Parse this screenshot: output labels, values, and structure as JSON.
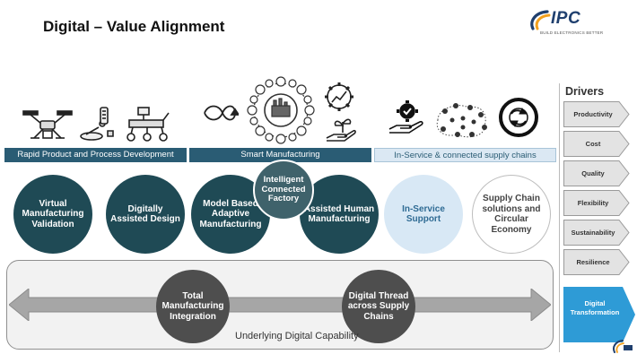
{
  "slide": {
    "title": "Digital – Value Alignment",
    "logo": {
      "wordmark": "IPC",
      "tagline": "BUILD ELECTRONICS BETTER",
      "colors": {
        "blue": "#1f3f6e",
        "orange": "#f2a01e"
      }
    },
    "bands": [
      {
        "label": "Rapid Product and Process Development",
        "color": "#2a5c74"
      },
      {
        "label": "Smart Manufacturing",
        "color": "#2a5c74"
      },
      {
        "label": "In-Service & connected supply chains",
        "color": "#dbe8f3"
      }
    ],
    "icons": [
      "drone-icon",
      "robot-arm-icon",
      "rover-icon",
      "circular-arrow-icon",
      "smart-factory-network-icon",
      "growth-chart-icon",
      "plant-hand-icon",
      "gear-hand-icon",
      "digital-network-icon",
      "recycle-icon"
    ],
    "capabilities": [
      {
        "label": "Virtual Manufacturing Validation",
        "style": "dark"
      },
      {
        "label": "Digitally Assisted Design",
        "style": "dark"
      },
      {
        "label": "Model Based Adaptive Manufacturing",
        "style": "dark"
      },
      {
        "label": "Intelligent Connected Factory",
        "style": "mid"
      },
      {
        "label": "Assisted Human Manufacturing",
        "style": "dark"
      },
      {
        "label": "In-Service Support",
        "style": "light"
      },
      {
        "label": "Supply Chain solutions and Circular Economy",
        "style": "white"
      }
    ],
    "underlying": {
      "label": "Underlying Digital Capability",
      "items": [
        "Total Manufacturing Integration",
        "Digital Thread across Supply Chains"
      ]
    },
    "drivers": {
      "heading": "Drivers",
      "items": [
        "Productivity",
        "Cost",
        "Quality",
        "Flexibility",
        "Sustainability",
        "Resilience"
      ],
      "outcome": "Digital Transformation",
      "colors": {
        "chevron": "#e3e3e3",
        "outcome": "#2e9bd6"
      }
    }
  }
}
